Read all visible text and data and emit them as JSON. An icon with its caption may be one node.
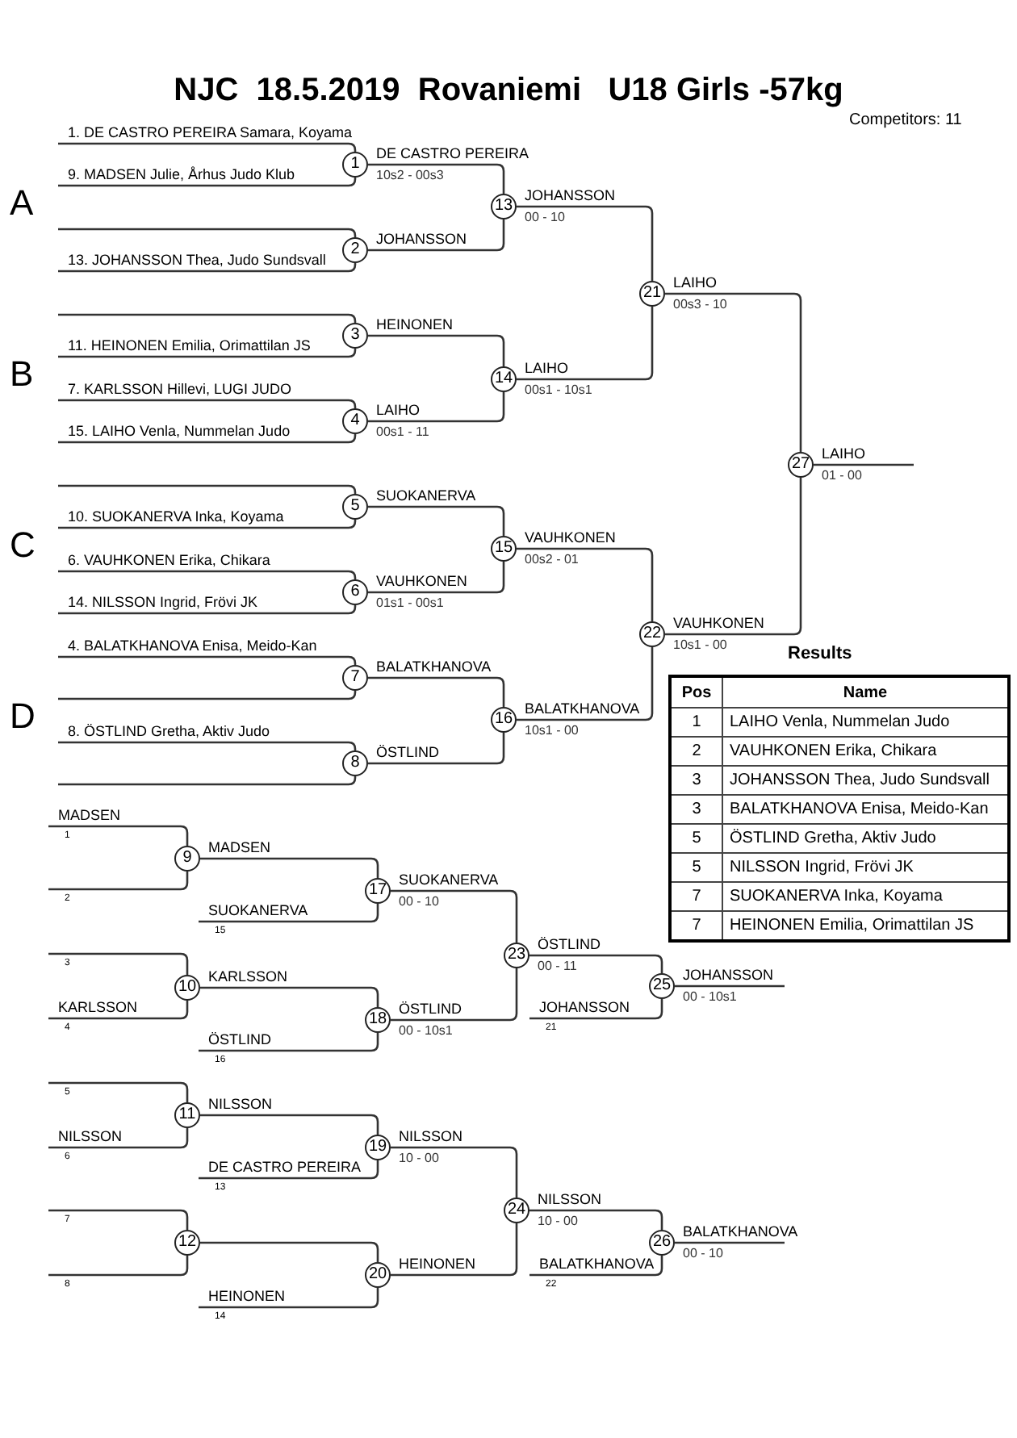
{
  "diagram": {
    "title": "NJC  18.5.2019  Rovaniemi   U18 Girls -57kg",
    "nodes": [
      {
        "text": [
          "1"
        ],
        "beside": [
          "10s2 - 00s3"
        ]
      },
      {
        "text": [
          "2"
        ]
      },
      {
        "text": [
          "3"
        ]
      },
      {
        "text": [
          "4"
        ],
        "beside": [
          "00s1 - 11"
        ]
      },
      {
        "text": [
          "5"
        ]
      },
      {
        "text": [
          "6"
        ],
        "beside": [
          "01s1 - 00s1"
        ]
      },
      {
        "text": [
          "7"
        ]
      },
      {
        "text": [
          "8"
        ]
      },
      {
        "text": [
          "9"
        ]
      },
      {
        "text": [
          "10"
        ]
      },
      {
        "text": [
          "11"
        ]
      },
      {
        "text": [
          "12"
        ]
      },
      {
        "text": [
          "13"
        ],
        "beside": [
          "00 - 10"
        ]
      },
      {
        "text": [
          "14"
        ],
        "beside": [
          "00s1 - 10s1"
        ]
      },
      {
        "text": [
          "15"
        ],
        "beside": [
          "00s2 - 01"
        ]
      },
      {
        "text": [
          "16"
        ],
        "beside": [
          "10s1 - 00"
        ]
      },
      {
        "text": [
          "17"
        ],
        "beside": [
          "00 - 10"
        ]
      },
      {
        "text": [
          "18"
        ],
        "beside": [
          "00 - 10s1"
        ]
      },
      {
        "text": [
          "19"
        ],
        "beside": [
          "10 - 00"
        ]
      },
      {
        "text": [
          "20"
        ]
      },
      {
        "text": [
          "21"
        ],
        "beside": [
          "00s3 - 10"
        ]
      },
      {
        "text": [
          "22"
        ],
        "beside": [
          "10s1 - 00"
        ]
      },
      {
        "text": [
          "23"
        ],
        "beside": [
          "00 - 11"
        ]
      },
      {
        "text": [
          "24"
        ],
        "beside": [
          "10 - 00"
        ]
      },
      {
        "text": [
          "25"
        ],
        "beside": [
          "00 - 10s1"
        ]
      },
      {
        "text": [
          "26"
        ],
        "beside": [
          "00 - 10"
        ]
      },
      {
        "text": [
          "27"
        ],
        "beside": [
          "01 - 00"
        ]
      }
    ],
    "edges": [
      {
        "from": null,
        "to": 0,
        "arrow": "none",
        "label": "1. DE CASTRO PEREIRA Samara, Koyama"
      },
      {
        "from": null,
        "to": 0,
        "arrow": "none",
        "label": "9. MADSEN Julie, Århus Judo Klub"
      },
      {
        "from": null,
        "to": 1,
        "arrow": "none"
      },
      {
        "from": null,
        "to": 1,
        "arrow": "none",
        "label": "13. JOHANSSON Thea, Judo Sundsvall"
      },
      {
        "from": null,
        "to": 2,
        "arrow": "none"
      },
      {
        "from": null,
        "to": 2,
        "arrow": "none",
        "label": "11. HEINONEN Emilia, Orimattilan JS"
      },
      {
        "from": null,
        "to": 3,
        "arrow": "none",
        "label": "7. KARLSSON Hillevi, LUGI JUDO"
      },
      {
        "from": null,
        "to": 3,
        "arrow": "none",
        "label": "15. LAIHO Venla, Nummelan Judo"
      },
      {
        "from": null,
        "to": 4,
        "arrow": "none"
      },
      {
        "from": null,
        "to": 4,
        "arrow": "none",
        "label": "10. SUOKANERVA Inka, Koyama"
      },
      {
        "from": null,
        "to": 5,
        "arrow": "none",
        "label": "6. VAUHKONEN Erika, Chikara"
      },
      {
        "from": null,
        "to": 5,
        "arrow": "none",
        "label": "14. NILSSON Ingrid, Frövi JK"
      },
      {
        "from": null,
        "to": 6,
        "arrow": "none",
        "label": "4. BALATKHANOVA Enisa, Meido-Kan"
      },
      {
        "from": null,
        "to": 6,
        "arrow": "none"
      },
      {
        "from": null,
        "to": 7,
        "arrow": "none",
        "label": "8. ÖSTLIND Gretha, Aktiv Judo"
      },
      {
        "from": null,
        "to": 7,
        "arrow": "none"
      },
      {
        "from": 0,
        "to": 12,
        "arrow": "none",
        "label": "DE CASTRO PEREIRA"
      },
      {
        "from": 1,
        "to": 12,
        "arrow": "none",
        "label": "JOHANSSON"
      },
      {
        "from": 2,
        "to": 13,
        "arrow": "none",
        "label": "HEINONEN"
      },
      {
        "from": 3,
        "to": 13,
        "arrow": "none",
        "label": "LAIHO"
      },
      {
        "from": 4,
        "to": 14,
        "arrow": "none",
        "label": "SUOKANERVA"
      },
      {
        "from": 5,
        "to": 14,
        "arrow": "none",
        "label": "VAUHKONEN"
      },
      {
        "from": 6,
        "to": 15,
        "arrow": "none",
        "label": "BALATKHANOVA"
      },
      {
        "from": 7,
        "to": 15,
        "arrow": "none",
        "label": "ÖSTLIND"
      },
      {
        "from": 12,
        "to": 20,
        "arrow": "none",
        "label": "JOHANSSON"
      },
      {
        "from": 13,
        "to": 20,
        "arrow": "none",
        "label": "LAIHO"
      },
      {
        "from": 14,
        "to": 21,
        "arrow": "none",
        "label": "VAUHKONEN"
      },
      {
        "from": 15,
        "to": 21,
        "arrow": "none",
        "label": "BALATKHANOVA"
      },
      {
        "from": 20,
        "to": 26,
        "arrow": "none",
        "label": "LAIHO"
      },
      {
        "from": 21,
        "to": 26,
        "arrow": "none",
        "label": "VAUHKONEN"
      },
      {
        "from": 26,
        "to": null,
        "arrow": "none",
        "label": "LAIHO"
      },
      {
        "from": null,
        "to": 8,
        "arrow": "none",
        "label": "MADSEN"
      },
      {
        "from": null,
        "to": 8,
        "arrow": "none"
      },
      {
        "from": null,
        "to": 9,
        "arrow": "none"
      },
      {
        "from": null,
        "to": 9,
        "arrow": "none",
        "label": "KARLSSON"
      },
      {
        "from": 8,
        "to": 16,
        "arrow": "none",
        "label": "MADSEN"
      },
      {
        "from": null,
        "to": 16,
        "arrow": "none",
        "label": "SUOKANERVA"
      },
      {
        "from": 9,
        "to": 17,
        "arrow": "none",
        "label": "KARLSSON"
      },
      {
        "from": null,
        "to": 17,
        "arrow": "none",
        "label": "ÖSTLIND"
      },
      {
        "from": 16,
        "to": 22,
        "arrow": "none",
        "label": "SUOKANERVA"
      },
      {
        "from": 17,
        "to": 22,
        "arrow": "none",
        "label": "ÖSTLIND"
      },
      {
        "from": 22,
        "to": 24,
        "arrow": "none",
        "label": "ÖSTLIND"
      },
      {
        "from": null,
        "to": 24,
        "arrow": "none",
        "label": "JOHANSSON"
      },
      {
        "from": 24,
        "to": null,
        "arrow": "none",
        "label": "JOHANSSON"
      },
      {
        "from": null,
        "to": 10,
        "arrow": "none"
      },
      {
        "from": null,
        "to": 10,
        "arrow": "none",
        "label": "NILSSON"
      },
      {
        "from": null,
        "to": 11,
        "arrow": "none"
      },
      {
        "from": null,
        "to": 11,
        "arrow": "none"
      },
      {
        "from": 10,
        "to": 18,
        "arrow": "none",
        "label": "NILSSON"
      },
      {
        "from": null,
        "to": 18,
        "arrow": "none",
        "label": "DE CASTRO PEREIRA"
      },
      {
        "from": 11,
        "to": 19,
        "arrow": "none"
      },
      {
        "from": null,
        "to": 19,
        "arrow": "none",
        "label": "HEINONEN"
      },
      {
        "from": 18,
        "to": 23,
        "arrow": "none",
        "label": "NILSSON"
      },
      {
        "from": 19,
        "to": 23,
        "arrow": "none",
        "label": "HEINONEN"
      },
      {
        "from": 23,
        "to": 25,
        "arrow": "none",
        "label": "NILSSON"
      },
      {
        "from": null,
        "to": 25,
        "arrow": "none",
        "label": "BALATKHANOVA"
      },
      {
        "from": 25,
        "to": null,
        "arrow": "none",
        "label": "BALATKHANOVA"
      }
    ],
    "labels": [
      "Competitors: 11",
      "A",
      "B",
      "C",
      "D",
      "1",
      "2",
      "3",
      "4",
      "15",
      "16",
      "21",
      "5",
      "6",
      "7",
      "8",
      "13",
      "14",
      "22",
      "Results",
      "Pos",
      "Name",
      "1",
      "LAIHO Venla, Nummelan Judo",
      "2",
      "VAUHKONEN Erika, Chikara",
      "3",
      "JOHANSSON Thea, Judo Sundsvall",
      "3",
      "BALATKHANOVA Enisa, Meido-Kan",
      "5",
      "ÖSTLIND Gretha, Aktiv Judo",
      "5",
      "NILSSON Ingrid, Frövi JK",
      "7",
      "SUOKANERVA Inka, Koyama",
      "7",
      "HEINONEN Emilia, Orimattilan JS"
    ]
  }
}
